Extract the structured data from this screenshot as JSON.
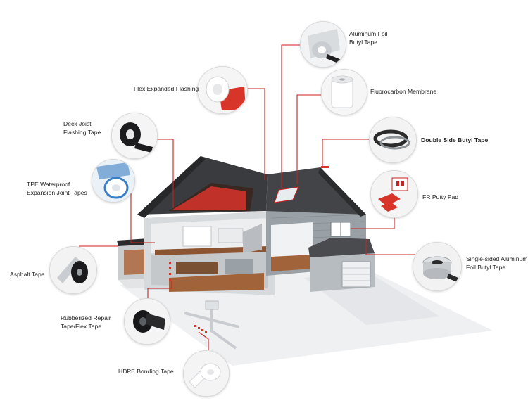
{
  "products": [
    {
      "id": "aluminum-foil-butyl-tape",
      "lines": [
        "Aluminum Foil",
        "Butyl Tape"
      ],
      "bold": false,
      "icon": "foil-roll-icon"
    },
    {
      "id": "flex-expanded-flashing",
      "lines": [
        "Flex Expanded Flashing"
      ],
      "bold": false,
      "icon": "red-flashing-roll-icon"
    },
    {
      "id": "fluorocarbon-membrane",
      "lines": [
        "Fluorocarbon Membrane"
      ],
      "bold": false,
      "icon": "white-membrane-roll-icon"
    },
    {
      "id": "deck-joist-flashing-tape",
      "lines": [
        "Deck Joist",
        "Flashing Tape"
      ],
      "bold": false,
      "icon": "black-tape-roll-icon"
    },
    {
      "id": "double-side-butyl-tape",
      "lines": [
        "Double Side Butyl Tape"
      ],
      "bold": true,
      "icon": "butyl-strip-roll-icon"
    },
    {
      "id": "tpe-waterproof-expansion-joint-tapes",
      "lines": [
        "TPE Waterproof",
        "Expansion Joint Tapes"
      ],
      "bold": false,
      "icon": "tpe-tape-roll-icon"
    },
    {
      "id": "fr-putty-pad",
      "lines": [
        "FR Putty Pad"
      ],
      "bold": false,
      "icon": "putty-pad-icon"
    },
    {
      "id": "asphalt-tape",
      "lines": [
        "Asphalt Tape"
      ],
      "bold": false,
      "icon": "asphalt-roll-icon"
    },
    {
      "id": "single-sided-aluminum-foil-butyl-tape",
      "lines": [
        "Single-sided Aluminum",
        "Foil Butyl Tape"
      ],
      "bold": false,
      "icon": "aluminum-roll-icon"
    },
    {
      "id": "rubberized-repair-tape",
      "lines": [
        "Rubberized Repair",
        "Tape/Flex Tape"
      ],
      "bold": false,
      "icon": "black-repair-roll-icon"
    },
    {
      "id": "hdpe-bonding-tape",
      "lines": [
        "HDPE Bonding Tape"
      ],
      "bold": false,
      "icon": "white-hdpe-roll-icon"
    }
  ],
  "colors": {
    "leader_line": "#cc1f1f",
    "roof": "#3a3b3e",
    "siding": "#9aa1a6",
    "floor": "#a0633a",
    "red_accent": "#d8352a"
  }
}
